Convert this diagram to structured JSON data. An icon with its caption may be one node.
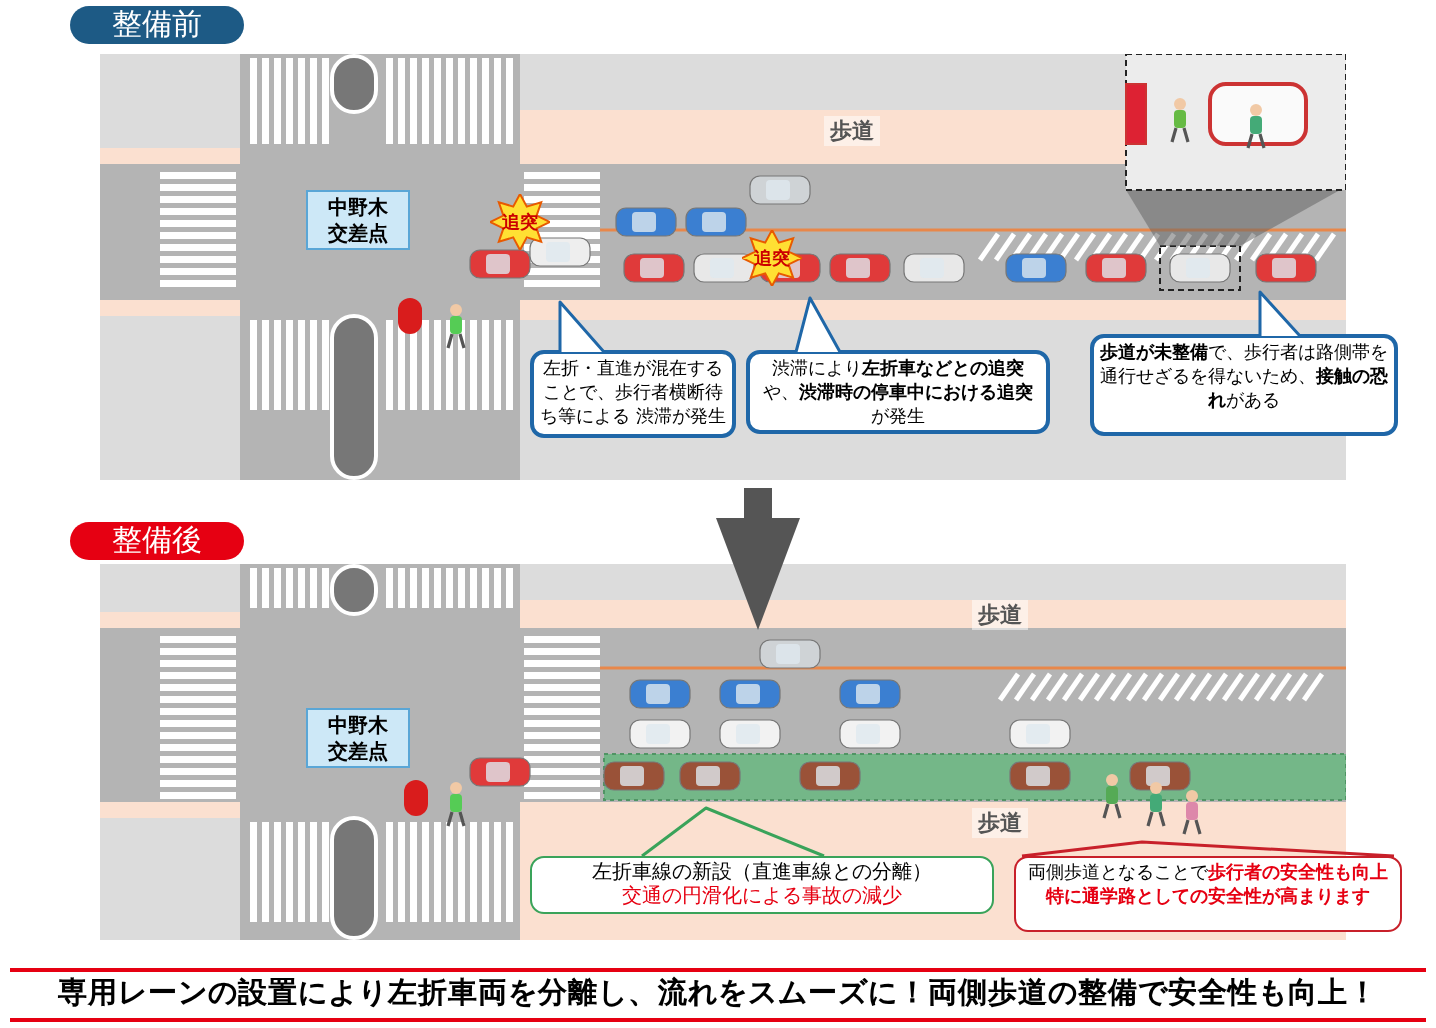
{
  "diagram": {
    "nodes": [
      {
        "text": [
          "整備前"
        ]
      },
      {
        "text": [],
        "shape": "picture"
      },
      {
        "text": [
          "中野木交差点"
        ],
        "in": 1
      },
      {
        "text": [
          "追突"
        ],
        "in": 1
      },
      {
        "text": [
          "追突"
        ],
        "in": 1
      },
      {
        "text": [
          "左折・直進が混在することで、歩行者横断待ち等による 渋滞が発生"
        ],
        "in": 1
      },
      {
        "text": [
          "渋滞により**左折車などとの追突**や、**渋滞時の停車中における追突**が発生"
        ],
        "in": 1
      },
      {
        "text": [
          "**歩道が未整備**で、歩行者は路側帯を通行せざるを得ないため、**接触の恐れ**がある"
        ]
      },
      {
        "text": [
          "整備後"
        ]
      },
      {
        "text": [],
        "shape": "picture"
      },
      {
        "text": [
          "中野木交差点"
        ],
        "in": 9
      },
      {
        "text": [
          "左折車線の新設（直進車線との分離）",
          "交通の円滑化による事故の減少"
        ],
        "in": 9
      },
      {
        "text": [
          "両側歩道となることで**歩行者の安全性も向上**",
          "特に通学路としての安全性が高まります"
        ]
      },
      {
        "text": [
          "専用レーンの設置により左折車両を分離し、流れをスムーズに！両側歩道の整備で安全性も向上！"
        ]
      }
    ],
    "edges": [
      {
        "from": 1,
        "to": 9,
        "arrow": "to",
        "style": "thick",
        "color": "#555555"
      },
      {
        "from": 5,
        "to": null,
        "arrow": "to"
      },
      {
        "from": 6,
        "to": null,
        "arrow": "to"
      },
      {
        "from": 7,
        "to": null,
        "arrow": "to"
      },
      {
        "from": 11,
        "to": null,
        "arrow": "none",
        "color": "#3aa35a"
      },
      {
        "from": 12,
        "to": null,
        "arrow": "none",
        "color": "#c8202a"
      }
    ],
    "labels": [
      "歩道",
      "歩道",
      "歩道"
    ]
  }
}
